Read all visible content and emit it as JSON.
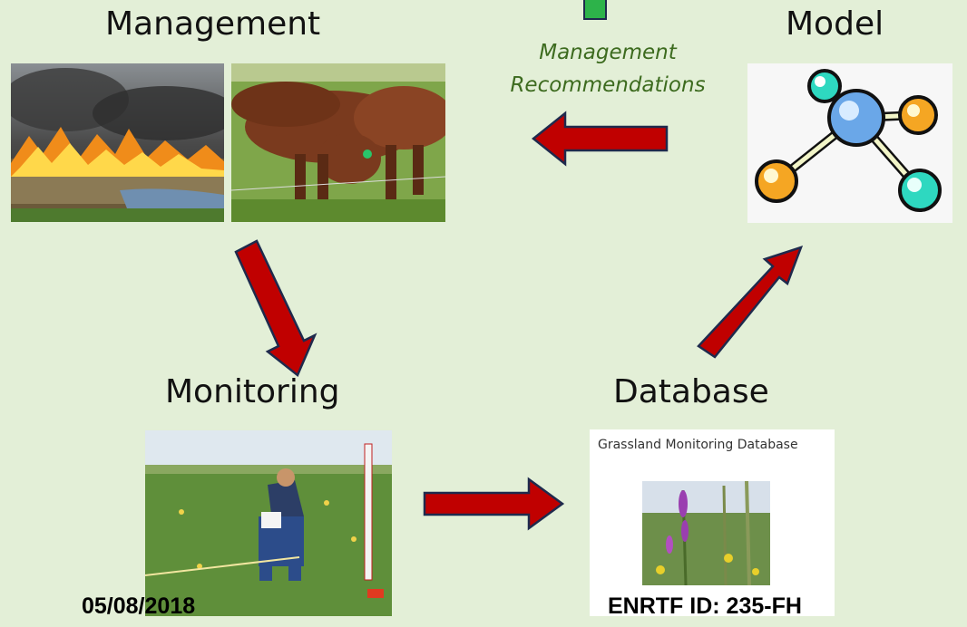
{
  "nodes": {
    "management": "Management",
    "model": "Model",
    "monitoring": "Monitoring",
    "database": "Database"
  },
  "recommendations": {
    "line1": "Management",
    "line2": "Recommendations"
  },
  "database_panel": {
    "title": "Grassland Monitoring Database"
  },
  "footer": {
    "date": "05/08/2018",
    "id": "ENRTF ID: 235-FH"
  },
  "colors": {
    "background": "#e3efd7",
    "arrow_fill": "#c00000",
    "arrow_stroke": "#1f2a4d",
    "bar_green": "#2db34a"
  },
  "icons": [
    "molecule-icon"
  ]
}
